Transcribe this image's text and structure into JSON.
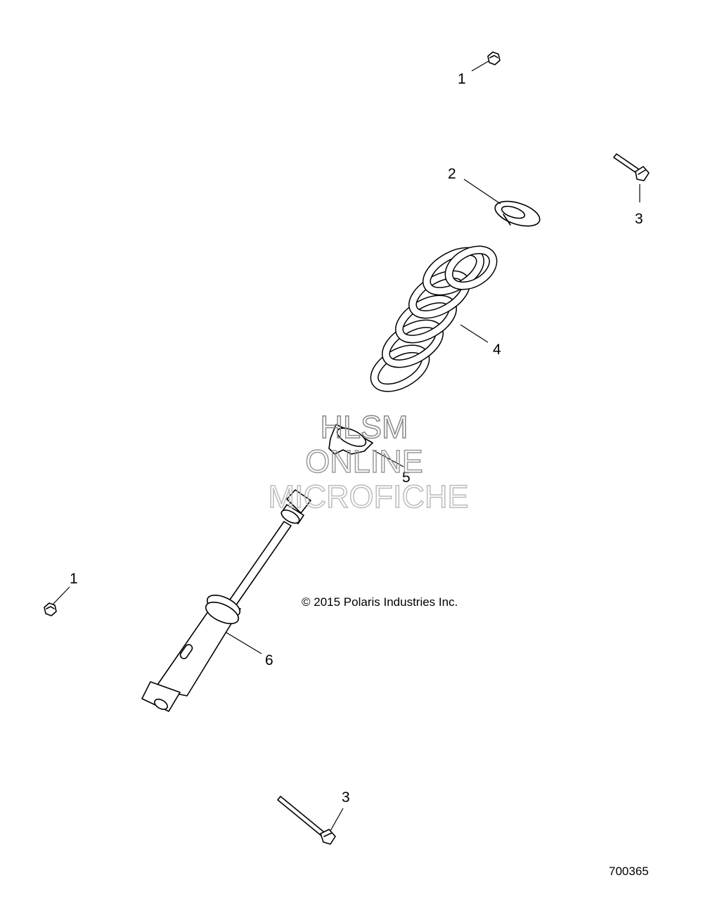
{
  "callouts": {
    "nut_top": "1",
    "spring_retainer": "2",
    "bolt_top": "3",
    "spring": "4",
    "spring_seat": "5",
    "shock_body": "6",
    "nut_left": "1",
    "bolt_bottom": "3"
  },
  "copyright": "© 2015 Polaris Industries Inc.",
  "figure_number": "700365",
  "watermark": {
    "line1": "HLSM",
    "line2": "ONLINE",
    "line3": "MICROFICHE"
  }
}
